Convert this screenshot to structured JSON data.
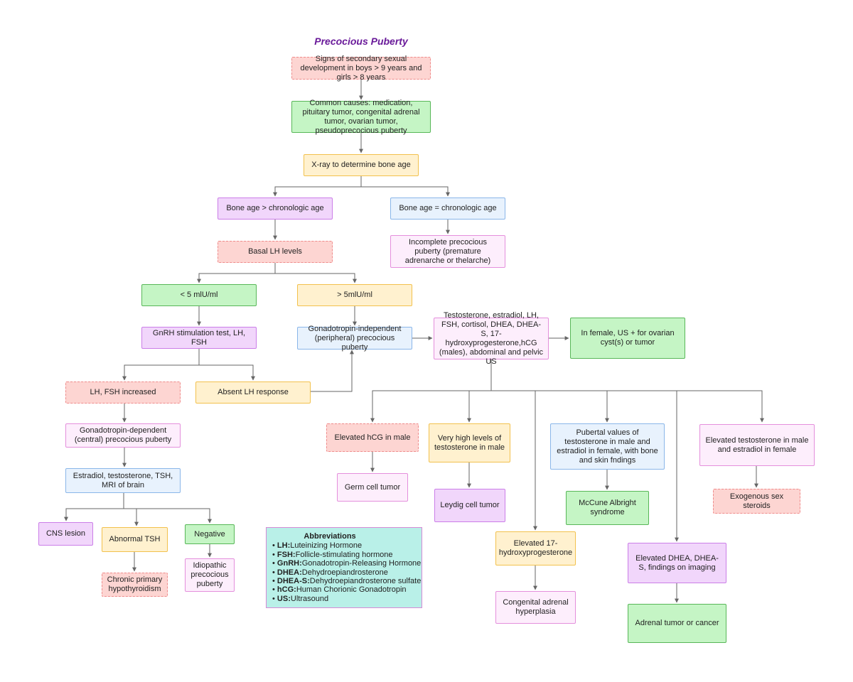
{
  "title": "Precocious Puberty",
  "nodes": {
    "signs": "Signs of secondary sexual development in boys > 9 years and girls > 8 years",
    "causes": "Common causes: medication, pituitary tumor, congenital adrenal tumor, ovarian tumor, pseudoprecocious puberty",
    "xray": "X-ray to determine bone age",
    "bone_gt": "Bone age > chronologic age",
    "bone_eq": "Bone age = chronologic age",
    "incomplete": "Incomplete precocious puberty (premature adrenarche or thelarche)",
    "basal_lh": "Basal LH levels",
    "lt5": "< 5 mlU/ml",
    "gt5": "> 5mlU/ml",
    "gnrh": "GnRH stimulation test, LH, FSH",
    "gonad_indep": "Gonadotropin-independent (peripheral) precocious puberty",
    "tests": "Testosterone, estradiol, LH, FSH, cortisol, DHEA, DHEA-S, 17-hydroxyprogesterone,hCG (males), abdominal and pelvic US",
    "us_female": "In female, US + for ovarian cyst(s) or tumor",
    "lh_fsh_inc": "LH, FSH increased",
    "absent_lh": "Absent LH response",
    "gonad_dep": "Gonadotropin-dependent (central) precocious puberty",
    "estradiol_mri": "Estradiol, testosterone, TSH, MRI of brain",
    "cns": "CNS lesion",
    "abn_tsh": "Abnormal TSH",
    "negative": "Negative",
    "hypothyroid": "Chronic primary hypothyroidism",
    "idiopathic": "Idiopathic precocious puberty",
    "hcg_male": "Elevated hCG in male",
    "germ": "Germ cell tumor",
    "high_testo": "Very high levels of testosterone in male",
    "leydig": "Leydig cell tumor",
    "ohp": "Elevated 17-hydroxyprogesterone",
    "cah": "Congenital adrenal hyperplasia",
    "pubertal": "Pubertal values of testosterone in male and estradiol in female, with bone and skin fndings",
    "mccune": "McCune Albright syndrome",
    "dhea": "Elevated DHEA, DHEA-S, findings on imaging",
    "adrenal": "Adrenal tumor or cancer",
    "elev_testo": "Elevated testosterone in male and estradiol in female",
    "exo": "Exogenous sex steroids"
  },
  "abbreviations": {
    "heading": "Abbreviations",
    "items": [
      {
        "bullet": "•",
        "term": "LH:",
        "def": "Luteinizing Hormone"
      },
      {
        "bullet": "•",
        "term": "FSH:",
        "def": "Follicle-stimulating hormone"
      },
      {
        "bullet": "•",
        "term": "GnRH:",
        "def": "Gonadotropin-Releasing Hormone"
      },
      {
        "bullet": "•",
        "term": "DHEA:",
        "def": "Dehydroepiandrosterone"
      },
      {
        "bullet": "•",
        "term": "DHEA-S:",
        "def": "Dehydroepiandrosterone sulfate"
      },
      {
        "bullet": "•",
        "term": "hCG:",
        "def": "Human Chorionic Gonadotropin"
      },
      {
        "bullet": "•",
        "term": "US:",
        "def": "Ultrasound"
      }
    ]
  },
  "colors": {
    "title": "#6a1b9a",
    "edge": "#666666",
    "red_fill": "#fdd5d2",
    "green_fill": "#c5f5c5",
    "yellow_fill": "#fff1cf",
    "purple_fill": "#f1d6fb",
    "blue_fill": "#e8f2fd",
    "pink_fill": "#fdeefc",
    "abbrev_fill": "#b9f0e8"
  }
}
